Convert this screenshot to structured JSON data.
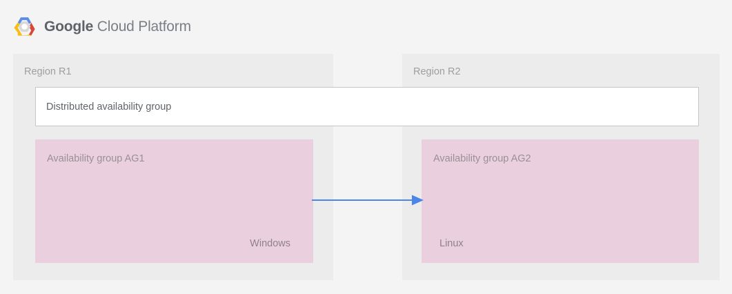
{
  "header": {
    "logo_icon": "google-cloud-platform-hexagon-logo",
    "brand_primary": "Google",
    "brand_secondary": "Cloud Platform"
  },
  "colors": {
    "page_background": "#f4f4f4",
    "panel_background": "#ececec",
    "box_background": "#ead0de",
    "card_background": "#ffffff",
    "card_border": "#c6c6c6",
    "arrow": "#4a85e8",
    "text_muted": "#9e9e9e",
    "text_body": "#5f6368",
    "logo_blue": "#5a8ce8",
    "logo_red": "#d7483b",
    "logo_yellow": "#f8bc16",
    "logo_grey": "#d8d8d8"
  },
  "diagram": {
    "regions": [
      {
        "id": "r1",
        "label": "Region R1"
      },
      {
        "id": "r2",
        "label": "Region R2"
      }
    ],
    "distributed_group": {
      "label": "Distributed availability group"
    },
    "availability_groups": [
      {
        "id": "ag1",
        "title": "Availability group AG1",
        "os": "Windows"
      },
      {
        "id": "ag2",
        "title": "Availability group AG2",
        "os": "Linux"
      }
    ],
    "connector": {
      "icon": "arrow-right-icon",
      "direction": "left-to-right",
      "from": "ag1",
      "to": "ag2"
    }
  }
}
